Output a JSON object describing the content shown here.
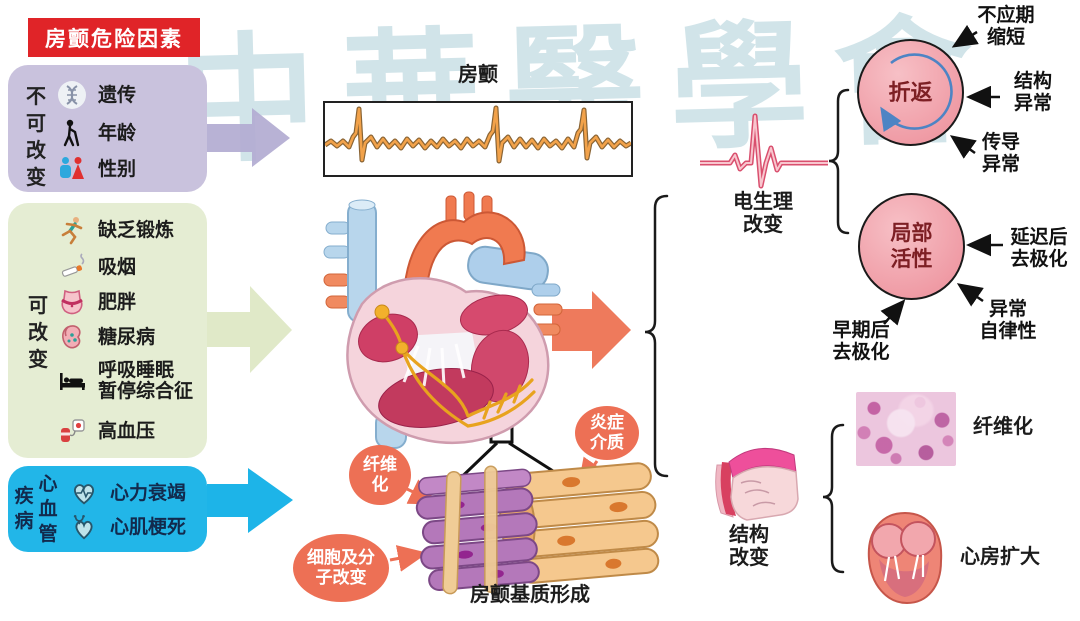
{
  "title": "房颤危险因素",
  "watermark": "中華醫學會",
  "risk_groups": {
    "nonmodifiable": {
      "category": "不可改变",
      "items": [
        {
          "icon": "dna-icon",
          "label": "遗传"
        },
        {
          "icon": "elderly-person-icon",
          "label": "年龄"
        },
        {
          "icon": "gender-icon",
          "label": "性别"
        }
      ]
    },
    "modifiable": {
      "category": "可改变",
      "items": [
        {
          "icon": "runner-icon",
          "label": "缺乏锻炼"
        },
        {
          "icon": "cigarette-icon",
          "label": "吸烟"
        },
        {
          "icon": "obesity-icon",
          "label": "肥胖"
        },
        {
          "icon": "diabetes-icon",
          "label": "糖尿病"
        },
        {
          "icon": "sleep-bed-icon",
          "label": "呼吸睡眠\n暂停综合征"
        },
        {
          "icon": "blood-pressure-icon",
          "label": "高血压"
        }
      ]
    },
    "cardiovascular": {
      "category_outer": "疾病",
      "category_inner": "心血管",
      "items": [
        {
          "icon": "heart-failure-icon",
          "label": "心力衰竭"
        },
        {
          "icon": "heart-infarction-icon",
          "label": "心肌梗死"
        }
      ]
    }
  },
  "center": {
    "ecg_title": "房颤",
    "tissue_caption": "房颤基质形成",
    "callouts": {
      "fibrosis": "纤维\n化",
      "inflammation": "炎症\n介质",
      "cellular": "细胞及分\n子改变"
    }
  },
  "electrophysiology": {
    "label": "电生理\n改变",
    "reentry": {
      "label": "折返",
      "annotations": {
        "refractory": "不应期\n缩短",
        "structural": "结构\n异常",
        "conduction": "传导\n异常"
      }
    },
    "local_activity": {
      "label": "局部\n活性",
      "annotations": {
        "delayed": "延迟后\n去极化",
        "automaticity": "异常\n自律性",
        "early": "早期后\n去极化"
      }
    }
  },
  "structure": {
    "label": "结构\n改变",
    "fibrosis_label": "纤维化",
    "atrial_enlargement_label": "心房扩大"
  },
  "colors": {
    "title_bg": "#e02428",
    "nonmodifiable_bg": "#c9c2dd",
    "modifiable_bg": "#e5edd3",
    "cardiovascular_bg": "#22b6e8",
    "callout": "#ed7055",
    "node_fill": "#f3a8b0",
    "accent_arrow": "#ee7a5c",
    "ecg_trace": "#f2a24a",
    "ep_trace": "#d94f6e"
  }
}
